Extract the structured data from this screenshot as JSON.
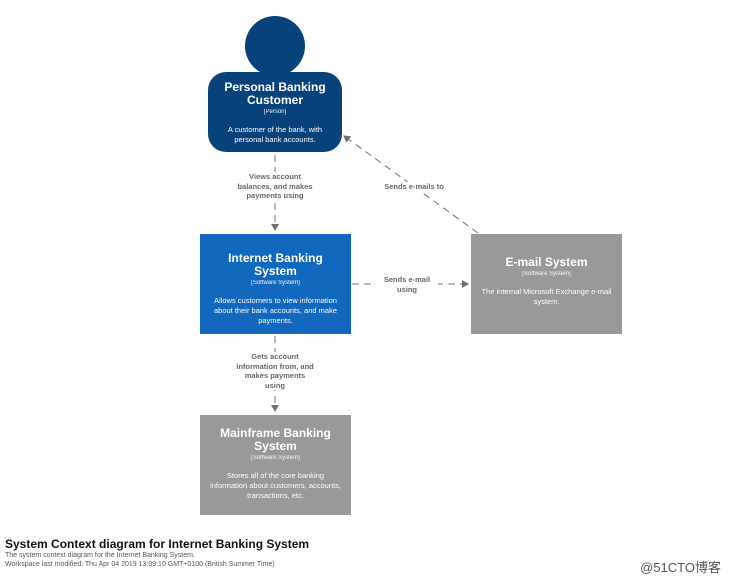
{
  "nodes": {
    "person": {
      "title": "Personal Banking Customer",
      "type": "[Person]",
      "description": "A customer of the bank, with personal bank accounts.",
      "color": "#08427b"
    },
    "internet_banking": {
      "title": "Internet Banking System",
      "type": "[Software System]",
      "description": "Allows customers to view information about their bank accounts, and make payments.",
      "color": "#1168bd"
    },
    "email": {
      "title": "E-mail System",
      "type": "[Software System]",
      "description": "The internal Microsoft Exchange e-mail system.",
      "color": "#999999"
    },
    "mainframe": {
      "title": "Mainframe Banking System",
      "type": "[Software System]",
      "description": "Stores all of the core banking information about customers, accounts, transactions, etc.",
      "color": "#999999"
    }
  },
  "edges": {
    "views": "Views account balances, and makes payments using",
    "sends_emails": "Sends e-mails to",
    "sends_email_using": "Sends e-mail using",
    "gets_info": "Gets account information from, and makes payments using"
  },
  "footer": {
    "title": "System Context diagram for Internet Banking System",
    "description": "The system context diagram for the Internet Banking System.",
    "modified": "Workspace last modified: Thu Apr 04 2019 13:09:10 GMT+0100 (British Summer Time)"
  },
  "watermark": "@51CTO博客"
}
